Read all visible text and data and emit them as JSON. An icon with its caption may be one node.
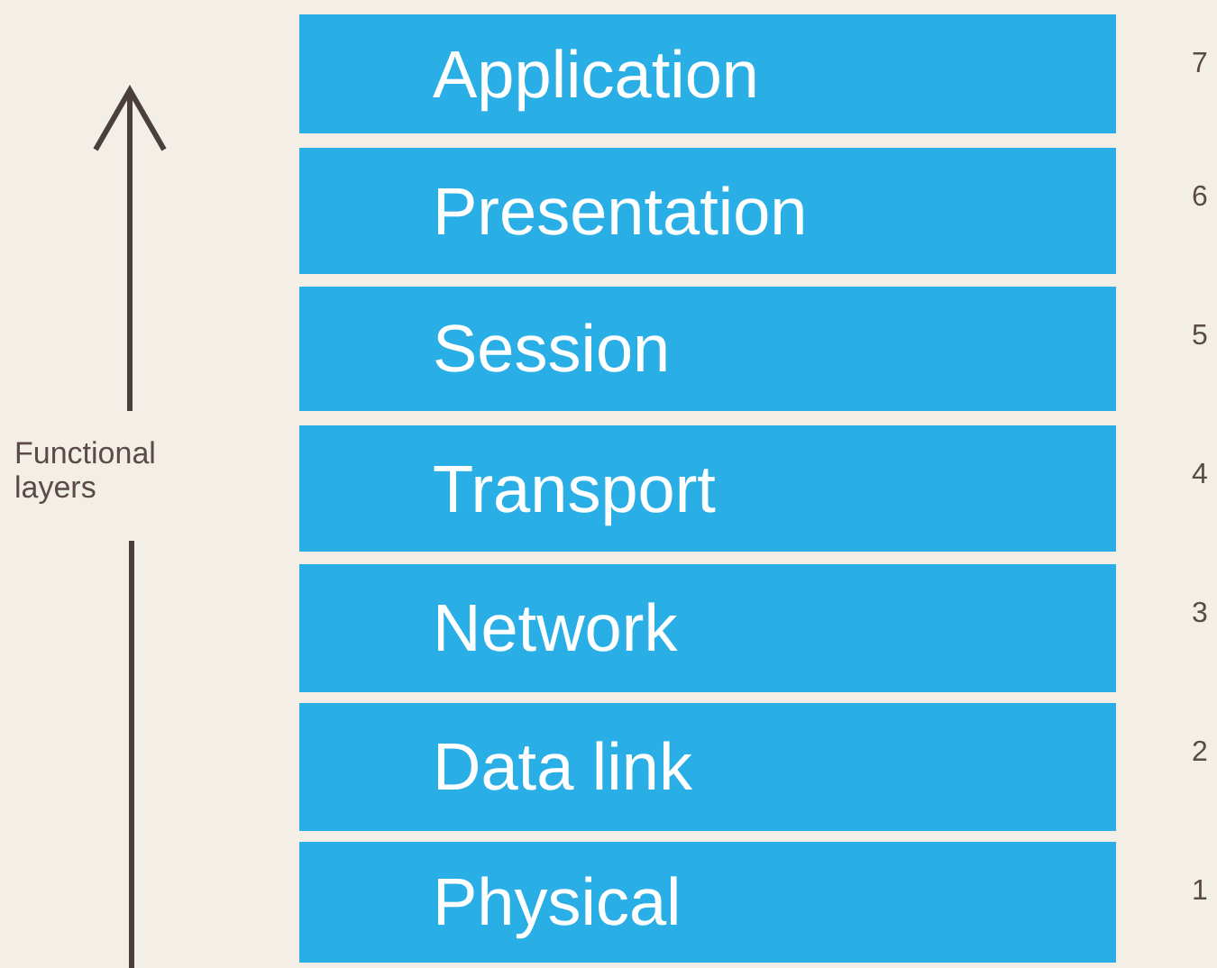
{
  "diagram": {
    "nodes": [
      {
        "text": [
          "Application"
        ],
        "beside": [
          "7"
        ]
      },
      {
        "text": [
          "Presentation"
        ],
        "beside": [
          "6"
        ]
      },
      {
        "text": [
          "Session"
        ],
        "beside": [
          "5"
        ]
      },
      {
        "text": [
          "Transport"
        ],
        "beside": [
          "4"
        ]
      },
      {
        "text": [
          "Network"
        ],
        "beside": [
          "3"
        ]
      },
      {
        "text": [
          "Data link"
        ],
        "beside": [
          "2"
        ]
      },
      {
        "text": [
          "Physical"
        ],
        "beside": [
          "1"
        ]
      }
    ],
    "labels": [
      "Functional layers"
    ]
  }
}
